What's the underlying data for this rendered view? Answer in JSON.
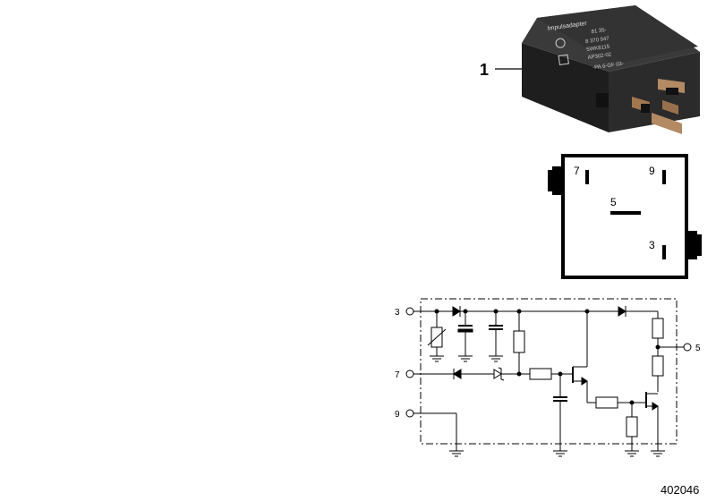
{
  "callout": {
    "number": "1"
  },
  "relay_label": {
    "line1": "Impulsadapter",
    "line2": "81 35-",
    "line3": "8 370 947",
    "line4": "5WK8115",
    "line5": "AP302-02",
    "line6": "-PA 6-GF 03-"
  },
  "pinout": {
    "pins": [
      {
        "label": "7"
      },
      {
        "label": "9"
      },
      {
        "label": "5"
      },
      {
        "label": "3"
      }
    ]
  },
  "schematic": {
    "terminals": [
      {
        "label": "3"
      },
      {
        "label": "7"
      },
      {
        "label": "9"
      },
      {
        "label": "5"
      }
    ]
  },
  "footer": {
    "part_id": "402046"
  },
  "colors": {
    "line": "#000000",
    "relay_body": "#2a2a2a",
    "relay_top": "#3a3a3a",
    "pin": "#b08060"
  }
}
